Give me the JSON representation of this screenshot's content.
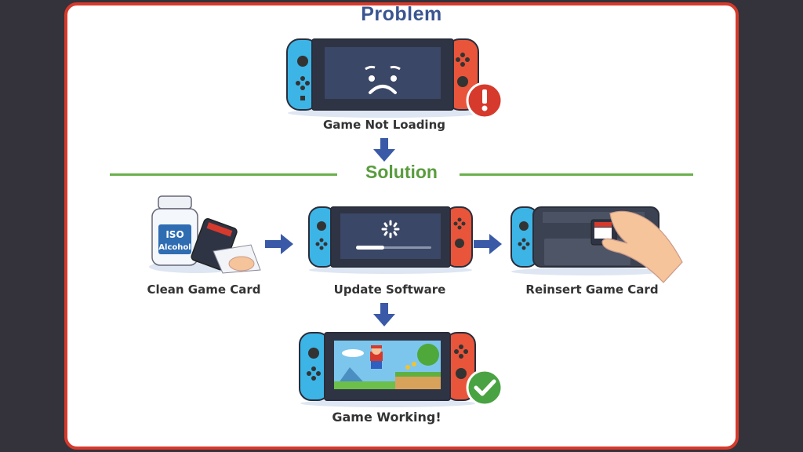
{
  "problem": {
    "title": "Problem",
    "caption": "Game Not Loading",
    "badge_icon": "exclamation-icon"
  },
  "solution": {
    "title": "Solution",
    "steps": [
      {
        "label": "Clean Game Card",
        "bottle_text_1": "ISO",
        "bottle_text_2": "Alcohol"
      },
      {
        "label": "Update Software"
      },
      {
        "label": "Reinsert Game Card"
      }
    ]
  },
  "result": {
    "caption": "Game Working!",
    "badge_icon": "checkmark-icon"
  },
  "colors": {
    "frame_border": "#d63a2c",
    "background": "#34323a",
    "problem_title": "#3a5590",
    "solution_title": "#5a9c3e",
    "arrow": "#3a5aa8",
    "joycon_left": "#3cb4e6",
    "joycon_right": "#e8553a"
  }
}
